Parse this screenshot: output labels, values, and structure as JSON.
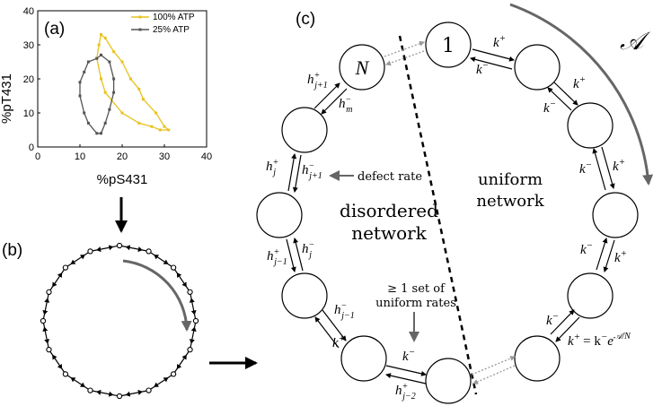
{
  "panel_a": {
    "label": "(a)",
    "xlabel": "%pS431",
    "ylabel": "%pT431",
    "xticks": [
      "0",
      "10",
      "20",
      "30",
      "40"
    ],
    "yticks": [
      "0",
      "10",
      "20",
      "30",
      "40"
    ],
    "legend": [
      "100% ATP",
      "25% ATP"
    ],
    "chart_data": {
      "type": "line",
      "xlabel": "%pS431",
      "ylabel": "%pT431",
      "xlim": [
        0,
        40
      ],
      "ylim": [
        0,
        40
      ],
      "series": [
        {
          "name": "100% ATP",
          "color": "#e8c21c",
          "x": [
            15,
            16,
            18,
            20,
            22,
            24,
            25,
            28,
            30,
            31,
            29,
            27,
            24,
            20,
            16,
            15,
            14,
            14.5,
            15
          ],
          "y": [
            33,
            32,
            28,
            25,
            20,
            17,
            14,
            10,
            6,
            5,
            5,
            6,
            7,
            10,
            16,
            20,
            26,
            30,
            33
          ]
        },
        {
          "name": "25% ATP",
          "color": "#555555",
          "x": [
            15,
            17,
            18,
            18,
            17,
            16,
            15,
            14,
            12,
            11,
            10,
            10,
            11,
            12,
            14,
            15
          ],
          "y": [
            27,
            25,
            20,
            16,
            11,
            7,
            4,
            4,
            7,
            10,
            15,
            19,
            22,
            25,
            26,
            27
          ]
        }
      ]
    }
  },
  "panel_b": {
    "label": "(b)"
  },
  "panel_c": {
    "label": "(c)",
    "node_one": "1",
    "node_n": "N",
    "script_a": "𝒜",
    "rate_k_plus": "k",
    "rate_k_minus": "k",
    "plus": "+",
    "minus": "−",
    "defect_rate": "defect rate",
    "uniform_network": [
      "uniform",
      "network"
    ],
    "disordered_network": [
      "disordered",
      "network"
    ],
    "uniform_rates": [
      "≥ 1 set of",
      "uniform rates"
    ],
    "relation": "k",
    "relation_rhs": "= k",
    "relation_exp": "e",
    "relation_exp_sup": "𝒜/N",
    "h": "h",
    "h_labels": {
      "h_jp1_plus_sub": "j+1",
      "h_m_minus_sub": "m",
      "h_j_plus_sub": "j",
      "h_jp1_minus_sub": "j+1",
      "h_jm1_plus_sub": "j−1",
      "h_j_minus_sub": "j",
      "h_jm1_minus_sub": "j−1",
      "h_jm2_plus_sub": "j−2"
    }
  }
}
